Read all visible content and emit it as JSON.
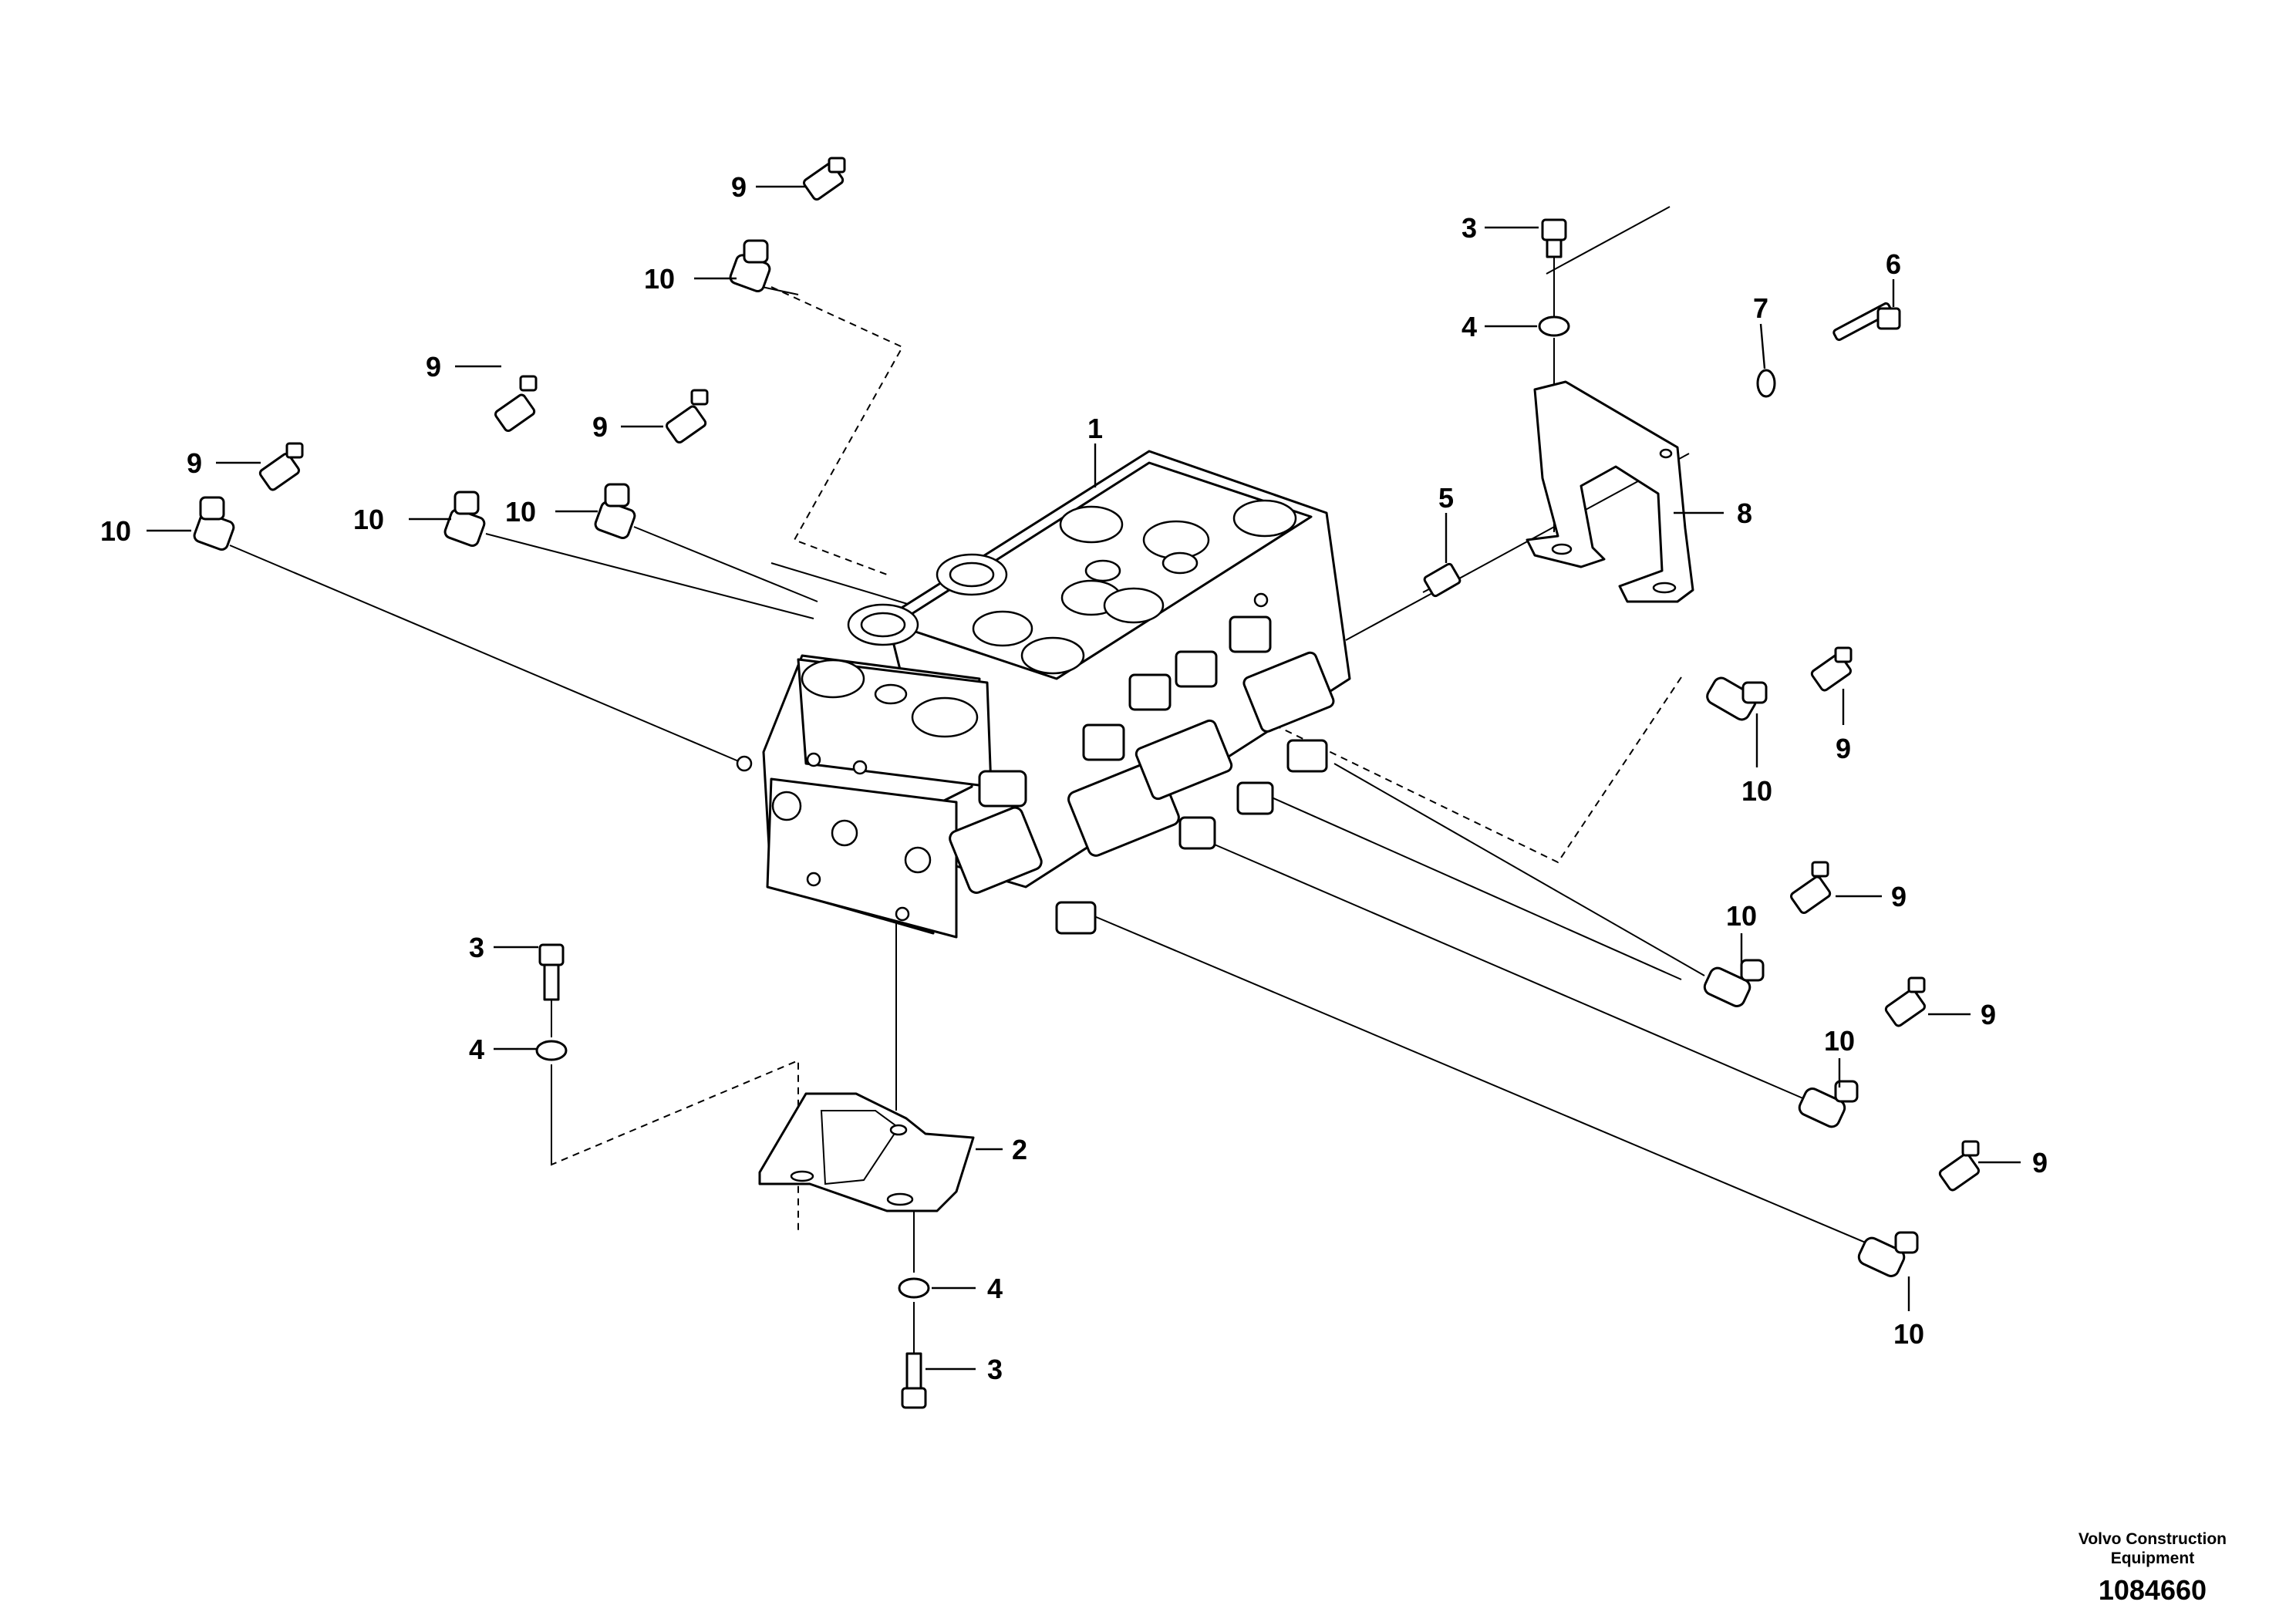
{
  "diagram": {
    "callouts": {
      "main_valve": "1",
      "lower_bracket": "2",
      "screw_top": "3",
      "screw_left": "3",
      "screw_bottom": "3",
      "washer_top": "4",
      "washer_left": "4",
      "washer_bottom": "4",
      "spacer": "5",
      "long_screw": "6",
      "flat_washer": "7",
      "upper_bracket": "8",
      "fittings": [
        "9",
        "9",
        "9",
        "9",
        "9",
        "9",
        "9",
        "9"
      ],
      "elbows": [
        "10",
        "10",
        "10",
        "10",
        "10",
        "10",
        "10",
        "10"
      ]
    }
  },
  "credit": {
    "maker_line1": "Volvo Construction",
    "maker_line2": "Equipment",
    "doc_number": "1084660"
  }
}
